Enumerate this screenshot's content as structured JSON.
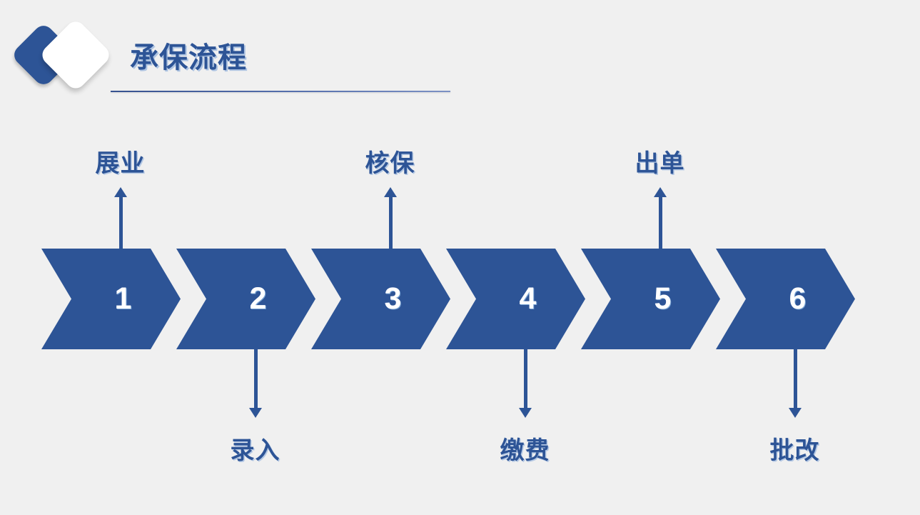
{
  "slide": {
    "background_color": "#f0f0f0",
    "accent_color": "#2d5496"
  },
  "header": {
    "title": "承保流程",
    "logo_back_shape": "rotated-rounded-square",
    "logo_front_shape": "rotated-rounded-square"
  },
  "flow": {
    "steps": [
      {
        "number": "1",
        "label": "展业",
        "label_position": "top"
      },
      {
        "number": "2",
        "label": "录入",
        "label_position": "bottom"
      },
      {
        "number": "3",
        "label": "核保",
        "label_position": "top"
      },
      {
        "number": "4",
        "label": "缴费",
        "label_position": "bottom"
      },
      {
        "number": "5",
        "label": "出单",
        "label_position": "top"
      },
      {
        "number": "6",
        "label": "批改",
        "label_position": "bottom"
      }
    ]
  }
}
